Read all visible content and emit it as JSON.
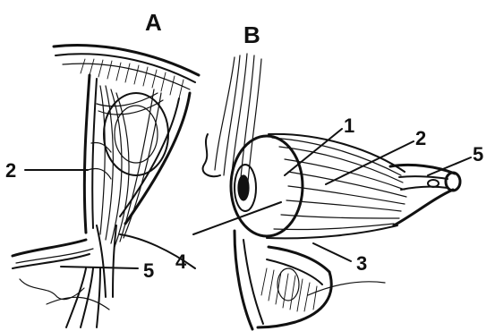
{
  "panels": [
    {
      "id": "A",
      "title": "A",
      "labels": [
        "2",
        "5"
      ]
    },
    {
      "id": "B",
      "title": "B",
      "labels": [
        "1",
        "2",
        "3",
        "4",
        "5"
      ]
    }
  ]
}
